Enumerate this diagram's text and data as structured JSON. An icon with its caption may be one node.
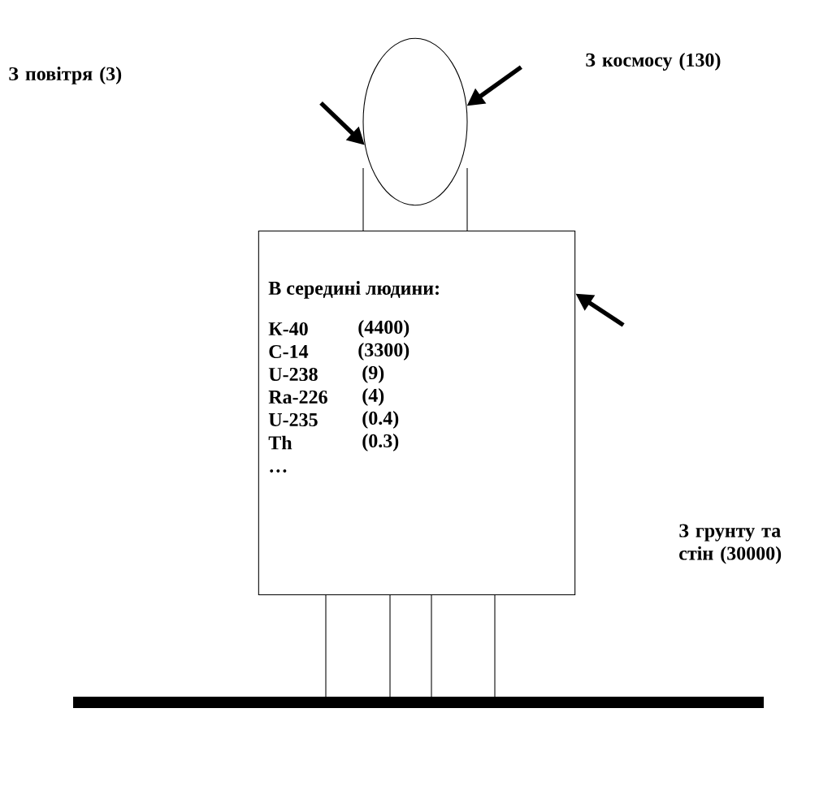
{
  "diagram": {
    "nodes": [
      {
        "text": [
          "З повітря (3)"
        ]
      },
      {
        "text": [],
        "shape": "ellipse"
      },
      {
        "text": [
          "З космосу (130)"
        ]
      },
      {
        "text": [
          "В середині людини:",
          "К-40",
          "(4400)",
          "C-14",
          "(3300)",
          "U-238",
          "(9)",
          "Ra-226",
          "(4)",
          "U-235",
          "(0.4)",
          "Th",
          "(0.3)",
          "…"
        ]
      },
      {
        "text": [
          "З грунту та стін (30000)"
        ]
      }
    ],
    "edges": [
      {
        "from": null,
        "to": 1,
        "arrow": "to"
      },
      {
        "from": null,
        "to": 1,
        "arrow": "to"
      },
      {
        "from": null,
        "to": 3,
        "arrow": "to"
      }
    ]
  }
}
